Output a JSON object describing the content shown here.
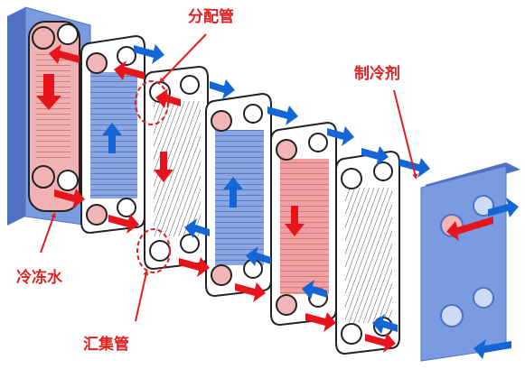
{
  "labels": {
    "distributor": "分配管",
    "refrigerant": "制冷剂",
    "chilled_water": "冷冻水",
    "collector": "汇集管"
  },
  "colors": {
    "red_arrow": "#e8141c",
    "blue_arrow": "#1466d6",
    "label_red": "#e02020",
    "end_plate": "#6d8fd6",
    "red_plate": "#e98a8a",
    "blue_plate": "#7fa0e0",
    "grey_plate": "#f2f2f2"
  }
}
